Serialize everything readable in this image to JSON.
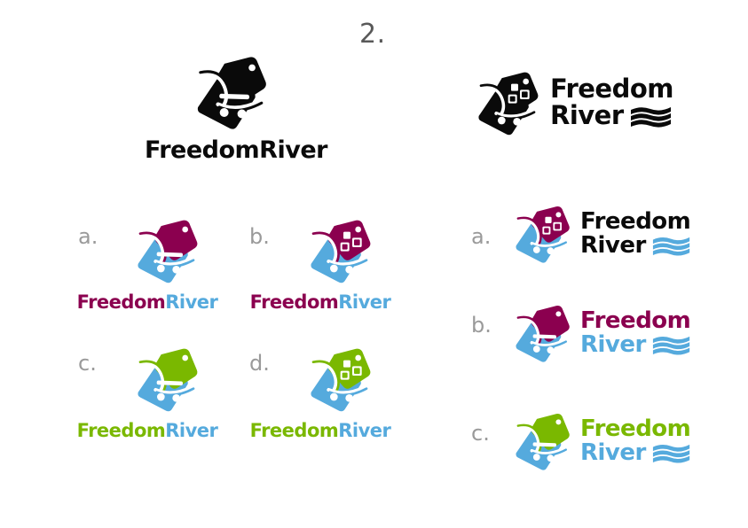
{
  "board": {
    "slide_number": "2.",
    "background": "#ffffff"
  },
  "palette": {
    "black": "#0a0a0a",
    "maroon": "#8b004f",
    "blue": "#55aadd",
    "green": "#7ab800",
    "label_gray": "#9a9a9a",
    "slide_number_gray": "#595959"
  },
  "brand": {
    "full_name": "FreedomRiver",
    "word_one": "Freedom",
    "word_two": "River",
    "mark_name": "price-tag-shopping-cart-mark",
    "wave_name": "river-waves-glyph"
  },
  "concepts": {
    "hero": {
      "id": "hero-black-horizontal",
      "letter": "",
      "wordmark": "FreedomRiver",
      "word_one": "Freedom",
      "word_two": "River",
      "tag_color": "#0a0a0a",
      "cart_color": "#0a0a0a",
      "word_one_color": "#0a0a0a",
      "word_two_color": "#0a0a0a",
      "has_squares": false,
      "has_waves": false,
      "layout": "mark-over-text"
    },
    "hero_stacked": {
      "id": "hero-black-stacked",
      "letter": "",
      "word_one": "Freedom",
      "word_two": "River",
      "tag_color": "#0a0a0a",
      "cart_color": "#0a0a0a",
      "word_one_color": "#0a0a0a",
      "word_two_color": "#0a0a0a",
      "wave_color": "#0a0a0a",
      "has_squares": true,
      "has_waves": true,
      "layout": "mark-left-text-stacked"
    },
    "left_grid": [
      {
        "id": "left-a",
        "letter": "a.",
        "wordmark": "FreedomRiver",
        "word_one": "Freedom",
        "word_two": "River",
        "tag_color": "#8b004f",
        "cart_color": "#55aadd",
        "word_one_color": "#8b004f",
        "word_two_color": "#55aadd",
        "has_squares": false,
        "has_waves": false
      },
      {
        "id": "left-b",
        "letter": "b.",
        "wordmark": "FreedomRiver",
        "word_one": "Freedom",
        "word_two": "River",
        "tag_color": "#8b004f",
        "cart_color": "#55aadd",
        "word_one_color": "#8b004f",
        "word_two_color": "#55aadd",
        "has_squares": true,
        "has_waves": false
      },
      {
        "id": "left-c",
        "letter": "c.",
        "wordmark": "FreedomRiver",
        "word_one": "Freedom",
        "word_two": "River",
        "tag_color": "#7ab800",
        "cart_color": "#55aadd",
        "word_one_color": "#7ab800",
        "word_two_color": "#55aadd",
        "has_squares": false,
        "has_waves": false
      },
      {
        "id": "left-d",
        "letter": "d.",
        "wordmark": "FreedomRiver",
        "word_one": "Freedom",
        "word_two": "River",
        "tag_color": "#7ab800",
        "cart_color": "#55aadd",
        "word_one_color": "#7ab800",
        "word_two_color": "#55aadd",
        "has_squares": true,
        "has_waves": false
      }
    ],
    "right_column": [
      {
        "id": "right-a",
        "letter": "a.",
        "word_one": "Freedom",
        "word_two": "River",
        "tag_color": "#8b004f",
        "cart_color": "#55aadd",
        "word_one_color": "#0a0a0a",
        "word_two_color": "#0a0a0a",
        "wave_color": "#55aadd",
        "has_squares": true,
        "has_waves": true
      },
      {
        "id": "right-b",
        "letter": "b.",
        "word_one": "Freedom",
        "word_two": "River",
        "tag_color": "#8b004f",
        "cart_color": "#55aadd",
        "word_one_color": "#8b004f",
        "word_two_color": "#55aadd",
        "wave_color": "#55aadd",
        "has_squares": false,
        "has_waves": true
      },
      {
        "id": "right-c",
        "letter": "c.",
        "word_one": "Freedom",
        "word_two": "River",
        "tag_color": "#7ab800",
        "cart_color": "#55aadd",
        "word_one_color": "#7ab800",
        "word_two_color": "#55aadd",
        "wave_color": "#55aadd",
        "has_squares": false,
        "has_waves": true
      }
    ]
  }
}
